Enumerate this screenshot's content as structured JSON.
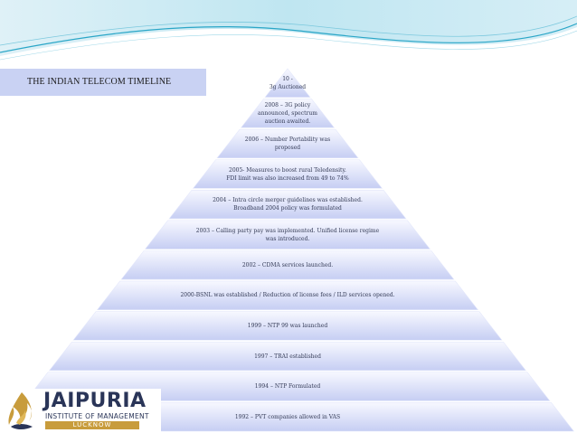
{
  "title": "THE INDIAN TELECOM TIMELINE",
  "tiers": [
    {
      "text": "10 -\n3g Auctioned"
    },
    {
      "text": "2008 – 3G policy\nannounced, spectrum\nauction awaited."
    },
    {
      "text": "2006 – Number Portability was\nproposed"
    },
    {
      "text": "2005- Measures to boost rural Teledensity.\nFDI limit was also increased from 49 to 74%"
    },
    {
      "text": "2004 – Intra circle merger guidelines was established.\nBroadband 2004 policy was formulated"
    },
    {
      "text": "2003 – Calling party pay was implemented. Unified license regime\nwas introduced."
    },
    {
      "text": "2002 – CDMA services launched."
    },
    {
      "text": "2000-BSNL was established / Reduction of license fees / ILD services opened."
    },
    {
      "text": "1999 – NTP 99 was launched"
    },
    {
      "text": "1997 – TRAI established"
    },
    {
      "text": "1994 – NTP Formulated"
    },
    {
      "text": "1992 – PVT companies allowed in VAS"
    }
  ],
  "logo": {
    "name": "JAIPURIA",
    "line1": "INSTITUTE OF MANAGEMENT",
    "line2": "LUCKNOW"
  },
  "colors": {
    "tier_fill_top": "#f7f8ff",
    "tier_fill_bottom": "#c6cef3",
    "title_bg": "#c9d2f3",
    "wave": "#2aa6c7",
    "logo_gold": "#c89c3c",
    "logo_blue": "#2a3558"
  }
}
